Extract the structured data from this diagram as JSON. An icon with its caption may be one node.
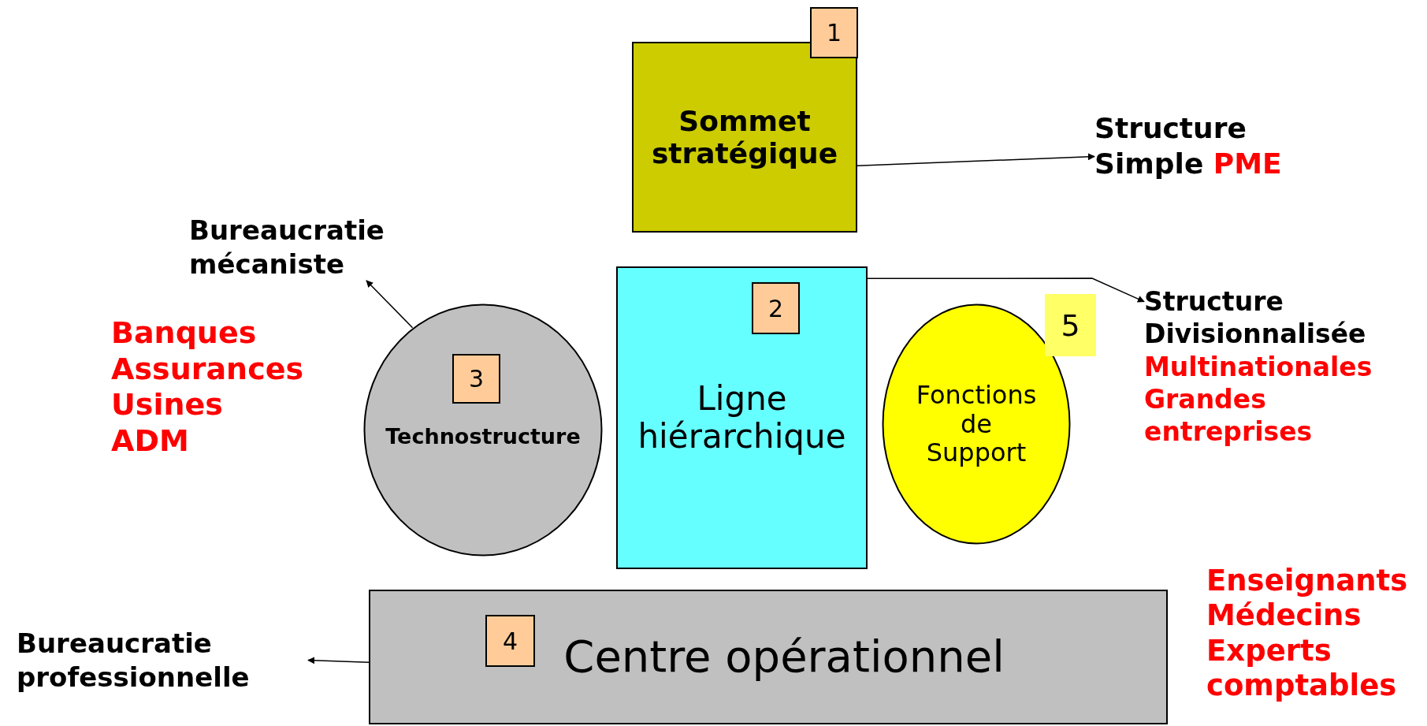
{
  "diagram": {
    "nodes": [
      {
        "text": [
          "1"
        ]
      },
      {
        "text": [
          "Sommet stratégique"
        ]
      },
      {
        "text": [
          "Structure Simple",
          "PME"
        ]
      },
      {
        "text": [
          "Bureaucratie mécaniste"
        ]
      },
      {
        "text": [
          "Ligne hiérarchique"
        ]
      },
      {
        "text": [
          "2"
        ],
        "in": 4
      },
      {
        "text": [
          "Structure Divisionnalisée",
          "Multinationales Grandes entreprises"
        ]
      },
      {
        "text": [
          "5"
        ]
      },
      {
        "text": [
          "Fonctions de Support"
        ]
      },
      {
        "text": [
          "Technostructure"
        ]
      },
      {
        "text": [
          "3"
        ],
        "in": 9
      },
      {
        "text": [
          "Centre opérationnel"
        ]
      },
      {
        "text": [
          "4"
        ],
        "in": 11
      },
      {
        "text": [
          "Bureaucratie professionnelle"
        ]
      }
    ],
    "edges": [
      {
        "from": 1,
        "to": 2,
        "arrow": "to"
      },
      {
        "from": 9,
        "to": 3,
        "arrow": "to"
      },
      {
        "from": 4,
        "to": 6,
        "arrow": "to"
      },
      {
        "from": 11,
        "to": 13,
        "arrow": "to"
      }
    ],
    "labels": [
      "Banques Assurances Usines ADM",
      "Enseignants Médecins Experts comptables"
    ]
  }
}
